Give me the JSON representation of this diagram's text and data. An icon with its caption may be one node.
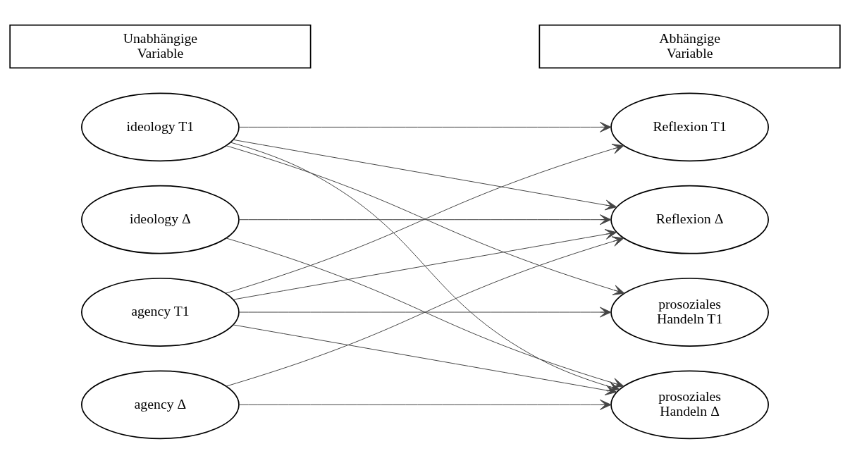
{
  "diagram": {
    "nodes": [
      {
        "text": [
          "Unabhängige Variable"
        ]
      },
      {
        "text": [
          "Abhängige Variable"
        ]
      },
      {
        "text": [
          "ideology T1"
        ]
      },
      {
        "text": [
          "ideology Δ"
        ]
      },
      {
        "text": [
          "agency T1"
        ]
      },
      {
        "text": [
          "agency Δ"
        ]
      },
      {
        "text": [
          "Reflexion T1"
        ]
      },
      {
        "text": [
          "Reflexion Δ"
        ]
      },
      {
        "text": [
          "prosoziales Handeln T1"
        ]
      },
      {
        "text": [
          "prosoziales Handeln Δ"
        ]
      }
    ],
    "edges": [
      {
        "from": 2,
        "to": 6,
        "arrow": "to"
      },
      {
        "from": 2,
        "to": 7,
        "arrow": "to"
      },
      {
        "from": 2,
        "to": 8,
        "arrow": "to"
      },
      {
        "from": 2,
        "to": 9,
        "arrow": "to"
      },
      {
        "from": 3,
        "to": 7,
        "arrow": "to"
      },
      {
        "from": 3,
        "to": 9,
        "arrow": "to"
      },
      {
        "from": 4,
        "to": 6,
        "arrow": "to"
      },
      {
        "from": 4,
        "to": 7,
        "arrow": "to"
      },
      {
        "from": 4,
        "to": 8,
        "arrow": "to"
      },
      {
        "from": 4,
        "to": 9,
        "arrow": "to"
      },
      {
        "from": 5,
        "to": 7,
        "arrow": "to"
      },
      {
        "from": 5,
        "to": 9,
        "arrow": "to"
      }
    ]
  }
}
